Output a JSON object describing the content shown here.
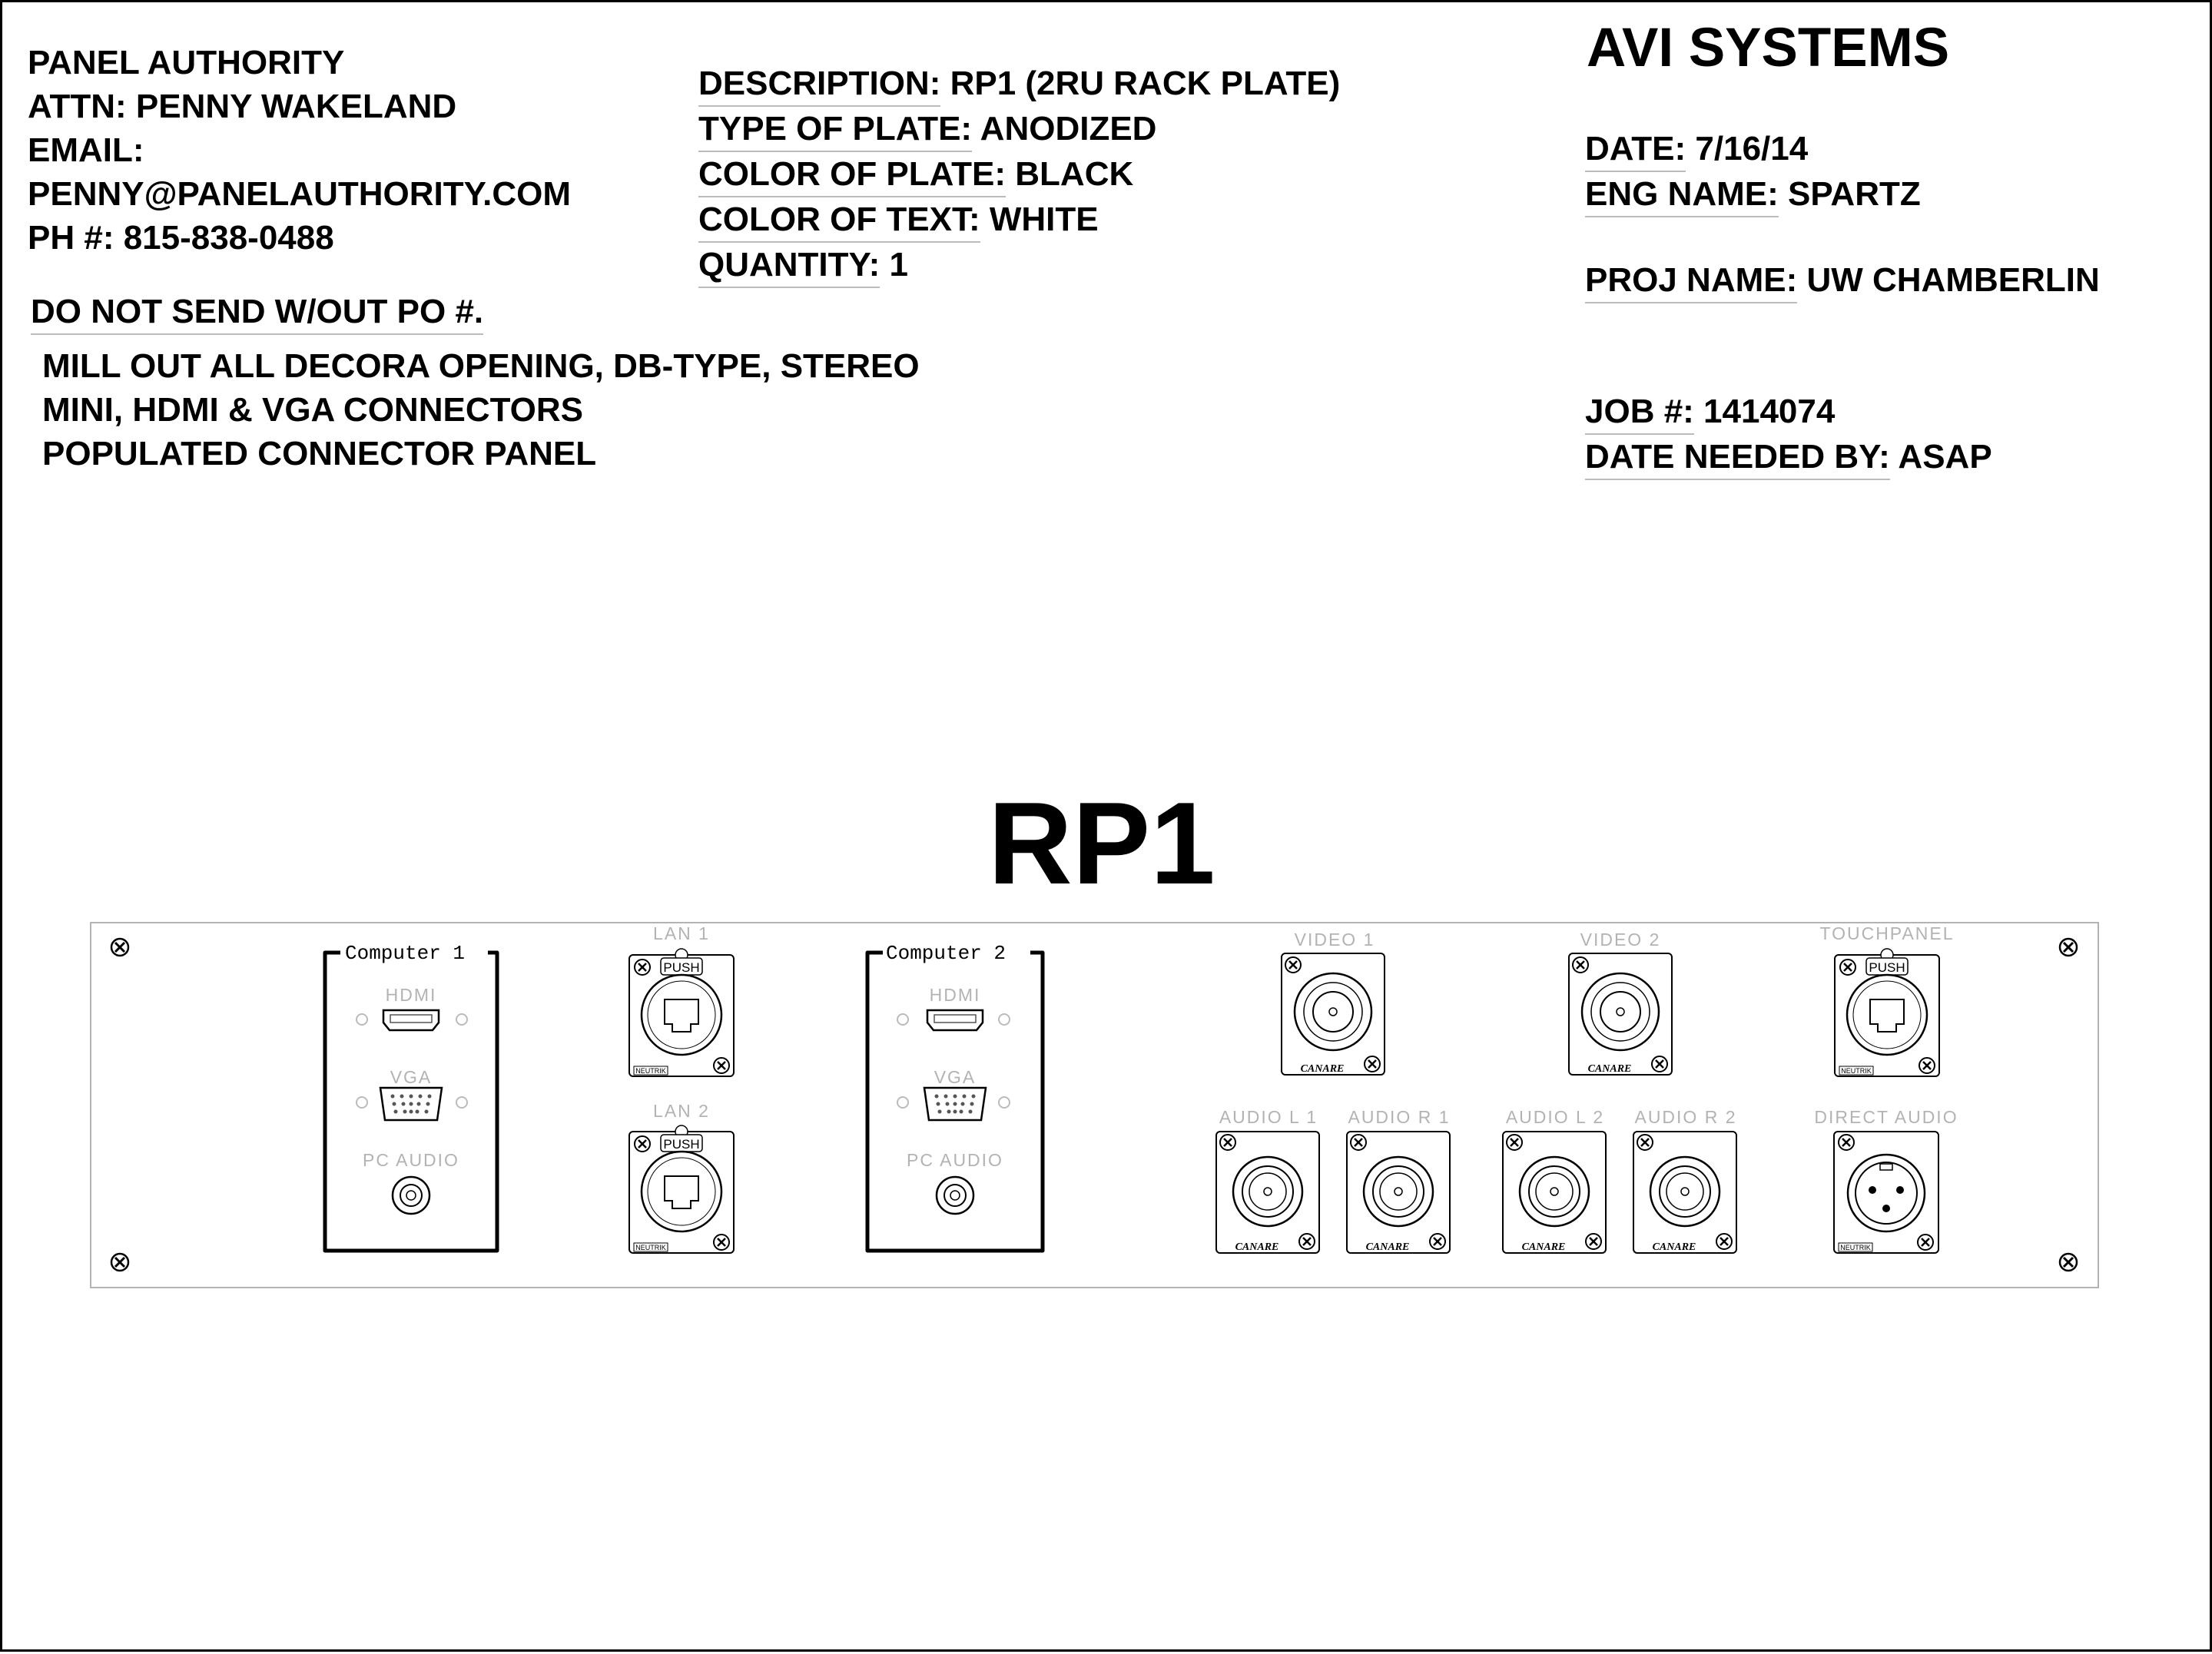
{
  "vendor": {
    "name": "PANEL AUTHORITY",
    "attn": "ATTN: PENNY WAKELAND",
    "email_label": "EMAIL:",
    "email": "PENNY@PANELAUTHORITY.COM",
    "phone": "PH #: 815-838-0488",
    "po_note": "DO NOT SEND W/OUT PO #.",
    "mill_notes": [
      "MILL OUT ALL DECORA OPENING, DB-TYPE, STEREO",
      "MINI, HDMI & VGA CONNECTORS",
      "POPULATED CONNECTOR PANEL"
    ]
  },
  "spec": {
    "description_label": "DESCRIPTION:",
    "description_value": " RP1 (2RU RACK PLATE)",
    "type_label": "TYPE OF PLATE:",
    "type_value": "  ANODIZED",
    "plate_color_label": "COLOR OF PLATE:",
    "plate_color_value": " BLACK",
    "text_color_label": "COLOR OF TEXT:",
    "text_color_value": " WHITE",
    "quantity_label": "QUANTITY:",
    "quantity_value": " 1"
  },
  "company": {
    "name": "AVI SYSTEMS",
    "date_label": "DATE:",
    "date_value": " 7/16/14",
    "eng_label": "ENG NAME:",
    "eng_value": " SPARTZ",
    "proj_label": "PROJ NAME:",
    "proj_value": " UW CHAMBERLIN",
    "job_label": "JOB #:",
    "job_value": " 1414074",
    "needed_label": "DATE NEEDED BY:",
    "needed_value": " ASAP"
  },
  "plate_title": "RP1",
  "panel": {
    "groups": [
      "Computer 1",
      "Computer 2"
    ],
    "group_labels": {
      "hdmi": "HDMI",
      "vga": "VGA",
      "pc_audio": "PC  AUDIO"
    },
    "labels": {
      "lan1": "LAN  1",
      "lan2": "LAN  2",
      "video1": "VIDEO  1",
      "video2": "VIDEO  2",
      "touchpanel": "TOUCHPANEL",
      "audio_l1": "AUDIO  L  1",
      "audio_r1": "AUDIO  R  1",
      "audio_l2": "AUDIO  L  2",
      "audio_r2": "AUDIO  R  2",
      "direct_audio": "DIRECT  AUDIO"
    },
    "push_label": "PUSH",
    "brand_neutrik": "NEUTRIK",
    "brand_canare": "CANARE"
  }
}
